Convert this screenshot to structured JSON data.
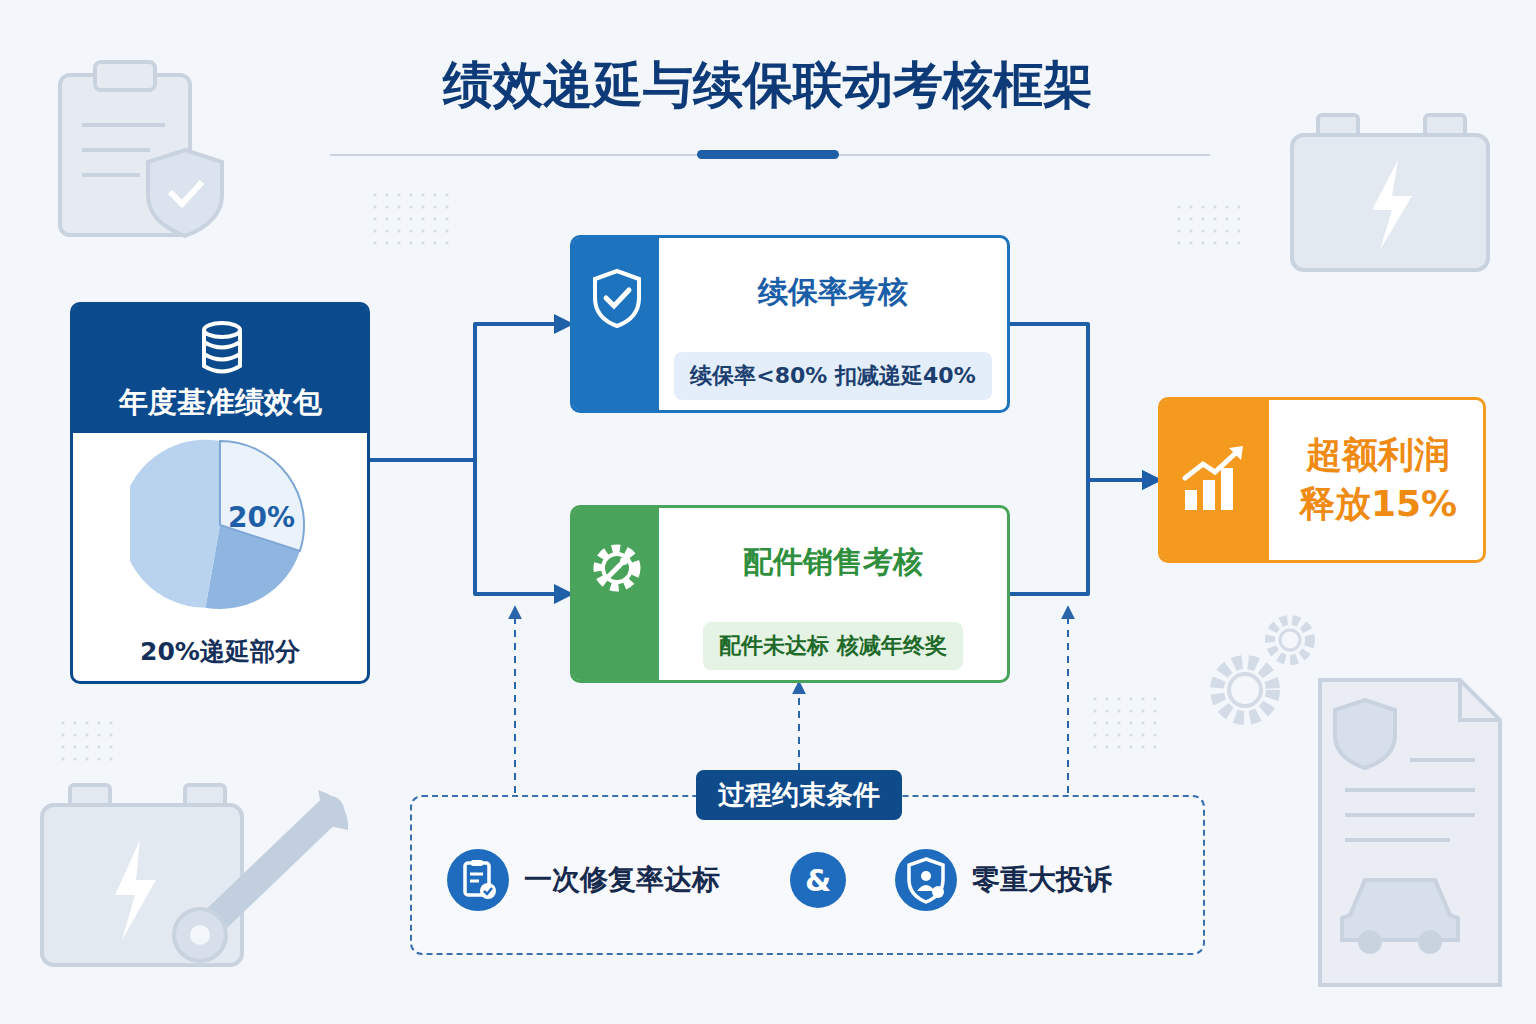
{
  "diagram": {
    "title": "绩效递延与续保联动考核框架",
    "nodes": [
      {
        "text": [
          "年度基准绩效包",
          "20%",
          "20%递延部分"
        ]
      },
      {
        "text": [
          "续保率考核",
          "续保率<80% 扣减递延40%"
        ]
      },
      {
        "text": [
          "配件销售考核",
          "配件未达标 核减年终奖"
        ]
      },
      {
        "text": [
          "超额利润 释放15%"
        ]
      },
      {
        "text": [
          "过程约束条件"
        ]
      },
      {
        "text": [
          "一次修复率达标"
        ],
        "in": 4
      },
      {
        "text": [
          "&"
        ],
        "in": 4
      },
      {
        "text": [
          "零重大投诉"
        ],
        "in": 4
      }
    ],
    "edges": [
      {
        "from": 0,
        "to": 1,
        "arrow": "to"
      },
      {
        "from": 0,
        "to": 2,
        "arrow": "to"
      },
      {
        "from": 1,
        "to": 3,
        "arrow": "to"
      },
      {
        "from": 2,
        "to": 3,
        "arrow": "to"
      },
      {
        "from": 4,
        "to": 2,
        "arrow": "to"
      }
    ]
  }
}
